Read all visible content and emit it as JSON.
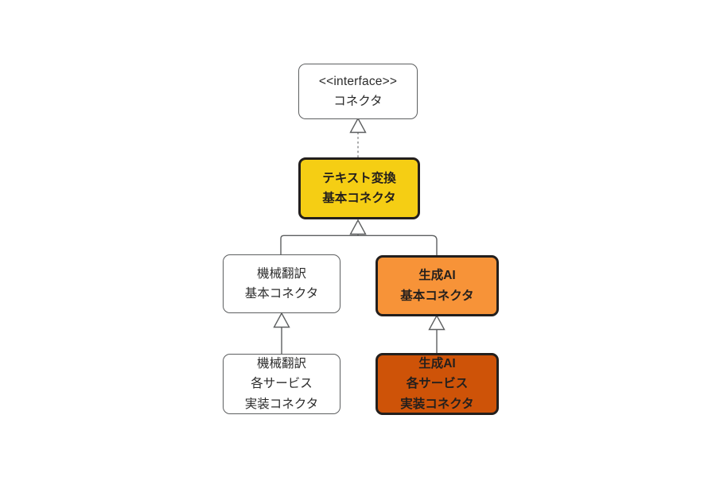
{
  "diagram": {
    "type": "uml-class-diagram",
    "background_color": "#ffffff",
    "nodes": [
      {
        "id": "interface",
        "lines": [
          "<<interface>>",
          "コネクタ"
        ],
        "style": "plain",
        "fill": "#ffffff",
        "border_color": "#5d5f60"
      },
      {
        "id": "text-base",
        "lines": [
          "テキスト変換",
          "基本コネクタ"
        ],
        "style": "filled",
        "fill": "#f5ce14",
        "border_color": "#231f1d"
      },
      {
        "id": "mt-base",
        "lines": [
          "機械翻訳",
          "基本コネクタ"
        ],
        "style": "plain",
        "fill": "#ffffff",
        "border_color": "#5d5f60"
      },
      {
        "id": "genai-base",
        "lines": [
          "生成AI",
          "基本コネクタ"
        ],
        "style": "filled",
        "fill": "#f79338",
        "border_color": "#231f1d"
      },
      {
        "id": "mt-impl",
        "lines": [
          "機械翻訳",
          "各サービス",
          "実装コネクタ"
        ],
        "style": "plain",
        "fill": "#ffffff",
        "border_color": "#5d5f60"
      },
      {
        "id": "genai-impl",
        "lines": [
          "生成AI",
          "各サービス",
          "実装コネクタ"
        ],
        "style": "filled",
        "fill": "#ce5308",
        "border_color": "#231f1d"
      }
    ],
    "edges": [
      {
        "id": "realization-text-to-interface",
        "from": "text-base",
        "to": "interface",
        "kind": "realization",
        "line": "dotted",
        "arrowhead": "hollow-triangle"
      },
      {
        "id": "generalization-children-to-text",
        "from": "mt-base,genai-base",
        "to": "text-base",
        "kind": "generalization",
        "line": "solid",
        "arrowhead": "hollow-triangle"
      },
      {
        "id": "generalization-mtimpl-to-mtbase",
        "from": "mt-impl",
        "to": "mt-base",
        "kind": "generalization",
        "line": "solid",
        "arrowhead": "hollow-triangle"
      },
      {
        "id": "generalization-genaiimpl-to-genaibase",
        "from": "genai-impl",
        "to": "genai-base",
        "kind": "generalization",
        "line": "solid",
        "arrowhead": "hollow-triangle"
      }
    ],
    "edge_color": "#5d5f60"
  }
}
